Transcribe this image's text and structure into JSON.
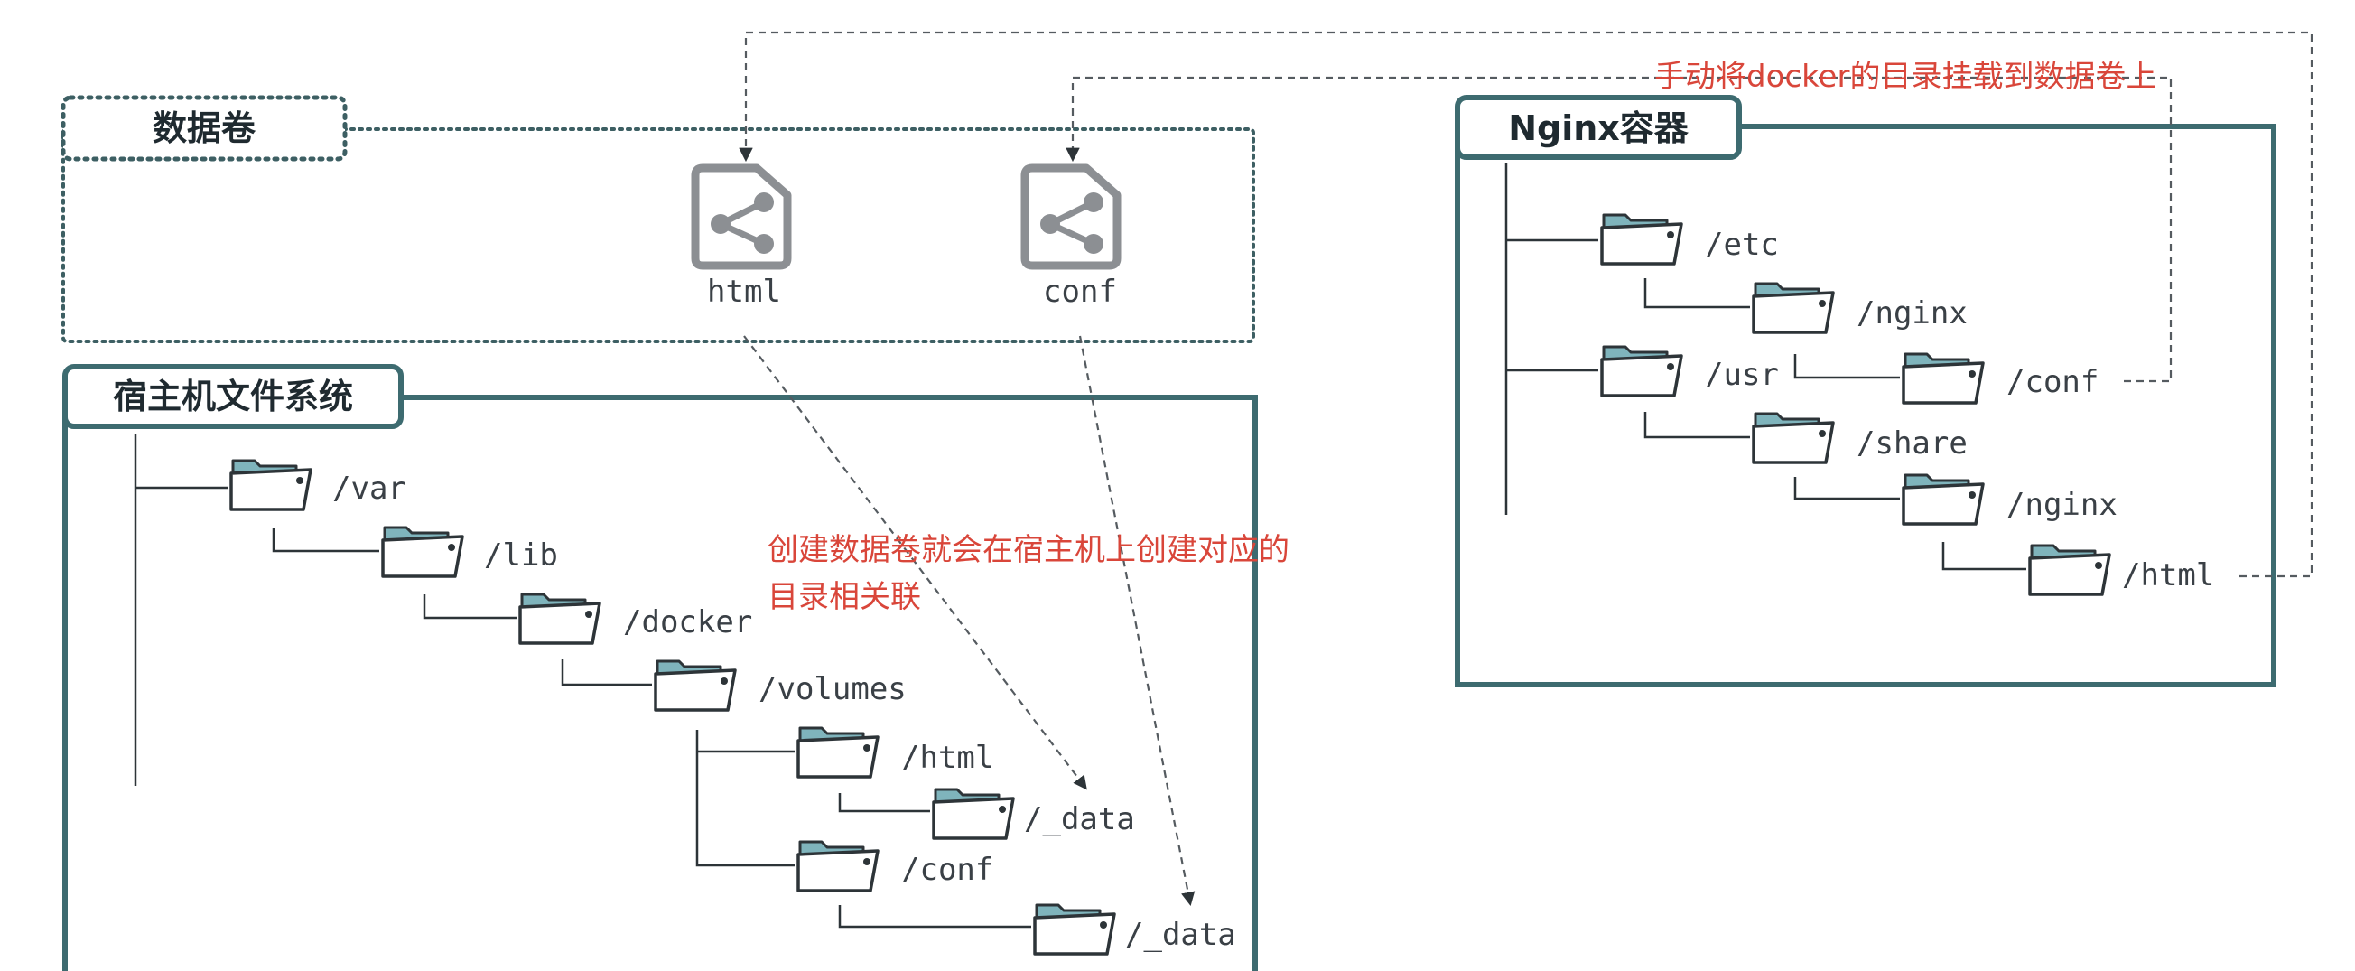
{
  "volume_panel": {
    "title": "数据卷",
    "volumes": [
      {
        "label": "html",
        "icon": "share-folder-icon"
      },
      {
        "label": "conf",
        "icon": "share-folder-icon"
      }
    ]
  },
  "host_panel": {
    "title": "宿主机文件系统",
    "nodes": [
      "/var",
      "/lib",
      "/docker",
      "/volumes",
      "/html",
      "/_data",
      "/conf",
      "/_data"
    ]
  },
  "container_panel": {
    "title": "Nginx容器",
    "nodes": [
      "/etc",
      "/nginx",
      "/usr",
      "/conf",
      "/share",
      "/nginx",
      "/html"
    ]
  },
  "notes": {
    "manual_mount": "手动将docker的目录挂载到数据卷上",
    "create_line1": "创建数据卷就会在宿主机上创建对应的",
    "create_line2": "目录相关联"
  },
  "colors": {
    "panel_border": "#3d6b70",
    "folder_fill": "#7fb4bc",
    "note_text": "#d9463a",
    "icon_gray": "#8c8f93"
  }
}
